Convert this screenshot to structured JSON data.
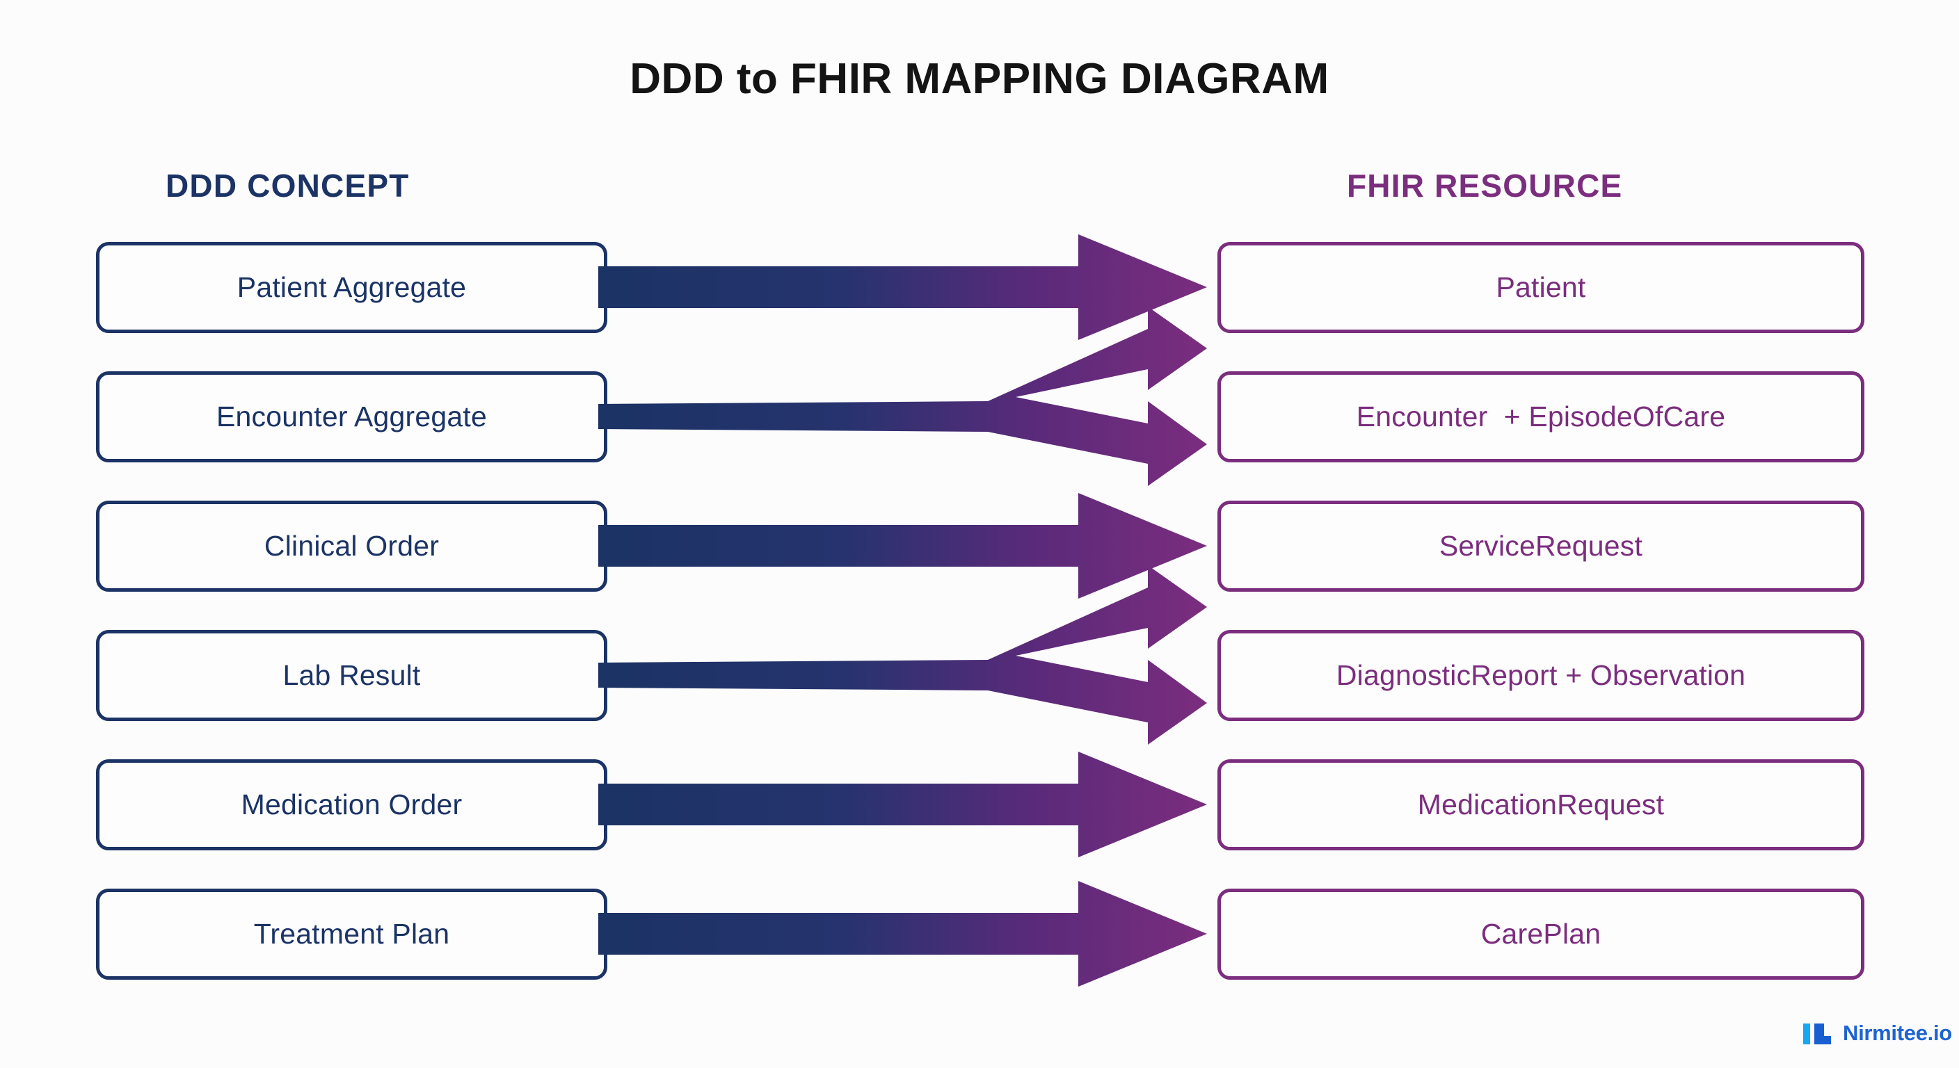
{
  "title": "DDD to FHIR MAPPING DIAGRAM",
  "columns": {
    "left_header": "DDD CONCEPT",
    "right_header": "FHIR RESOURCE"
  },
  "colors": {
    "navy": "#1b3365",
    "purple": "#7b2d7e",
    "title": "#141414",
    "background": "#fcfcfc",
    "logo_cyan": "#19a8f0",
    "logo_blue": "#1a5fd0",
    "logo_text": "#1d63d2"
  },
  "rows": [
    {
      "ddd": "Patient Aggregate",
      "fhir": "Patient",
      "arrow": "single"
    },
    {
      "ddd": "Encounter Aggregate",
      "fhir": "Encounter  + EpisodeOfCare",
      "arrow": "split"
    },
    {
      "ddd": "Clinical Order",
      "fhir": "ServiceRequest",
      "arrow": "single"
    },
    {
      "ddd": "Lab Result",
      "fhir": "DiagnosticReport + Observation",
      "arrow": "split"
    },
    {
      "ddd": "Medication Order",
      "fhir": "MedicationRequest",
      "arrow": "single"
    },
    {
      "ddd": "Treatment Plan",
      "fhir": "CarePlan",
      "arrow": "single"
    }
  ],
  "logo": {
    "text": "Nirmitee.io",
    "mark": "nirmitee-logo-mark"
  }
}
